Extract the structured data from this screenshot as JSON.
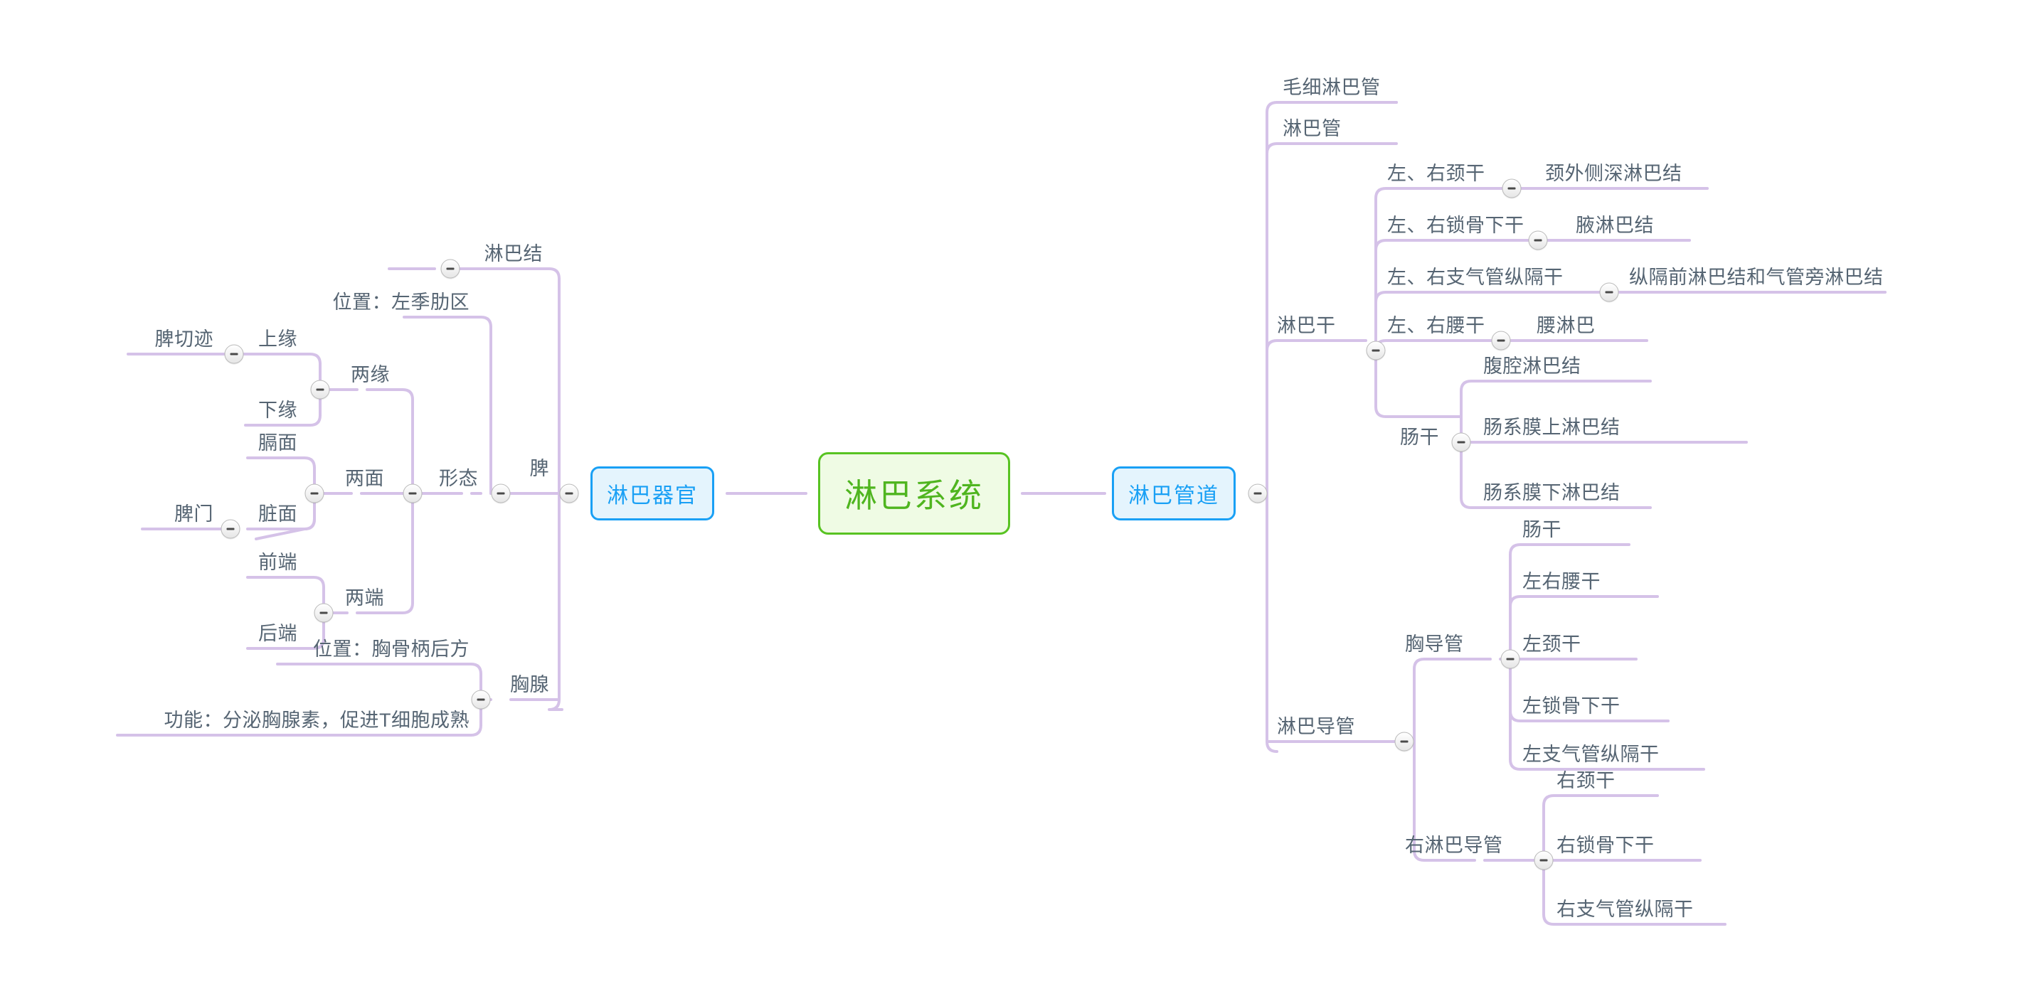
{
  "mindmap": {
    "root": {
      "label": "淋巴系统",
      "color": "#58c322",
      "fill": "#effbe4"
    },
    "branches": [
      {
        "label": "淋巴器官",
        "color": "#19a0f5",
        "fill": "#e4f4fd",
        "side": "left"
      },
      {
        "label": "淋巴管道",
        "color": "#19a0f5",
        "fill": "#e4f4fd",
        "side": "right"
      }
    ],
    "line_color": "#d5c2e8",
    "text_color": "#566573"
  },
  "labels": {
    "lymph_node": "淋巴结",
    "spleen": "脾",
    "spleen_position": "位置：左季肋区",
    "spleen_form": "形态",
    "two_edges": "两缘",
    "upper_edge": "上缘",
    "lower_edge": "下缘",
    "splenic_notch": "脾切迹",
    "two_faces": "两面",
    "diaphragmatic_face": "膈面",
    "visceral_face": "脏面",
    "splenic_hilum": "脾门",
    "two_ends": "两端",
    "front_end": "前端",
    "back_end": "后端",
    "thymus": "胸腺",
    "thymus_position": "位置：胸骨柄后方",
    "thymus_function": "功能：分泌胸腺素，促进T细胞成熟",
    "capillary_lymph_vessel": "毛细淋巴管",
    "lymph_vessel": "淋巴管",
    "lymph_trunk": "淋巴干",
    "cervical_trunk": "左、右颈干",
    "deep_lateral_cervical_nodes": "颈外侧深淋巴结",
    "subclavian_trunk": "左、右锁骨下干",
    "axillary_nodes": "腋淋巴结",
    "bronchomediastinal_trunk": "左、右支气管纵隔干",
    "anterior_mediastinal_and_paratracheal_nodes": "纵隔前淋巴结和气管旁淋巴结",
    "lumbar_trunk": "左、右腰干",
    "lumbar_lymph": "腰淋巴",
    "intestinal_trunk": "肠干",
    "celiac_nodes": "腹腔淋巴结",
    "superior_mesenteric_nodes": "肠系膜上淋巴结",
    "inferior_mesenteric_nodes": "肠系膜下淋巴结",
    "lymph_duct": "淋巴导管",
    "thoracic_duct": "胸导管",
    "td_intestinal_trunk": "肠干",
    "td_lumbar_trunks": "左右腰干",
    "td_left_cervical_trunk": "左颈干",
    "td_left_subclavian_trunk": "左锁骨下干",
    "td_left_bronchomediastinal_trunk": "左支气管纵隔干",
    "right_lymph_duct": "右淋巴导管",
    "rld_right_cervical_trunk": "右颈干",
    "rld_right_subclavian_trunk": "右锁骨下干",
    "rld_right_bronchomediastinal_trunk": "右支气管纵隔干"
  },
  "toggles": {
    "icon": "minus-icon",
    "count": 20
  }
}
